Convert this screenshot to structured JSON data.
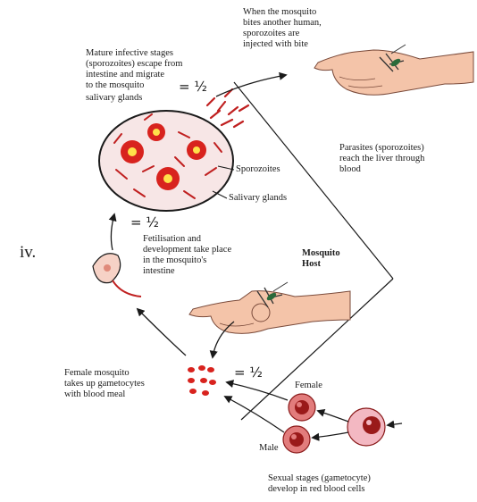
{
  "question_label": "iv.",
  "labels": {
    "bite_note": "When the mosquito\nbites another human,\nsporozoites are\ninjected with bite",
    "mature_note": "Mature infective stages\n(sporozoites) escape from\nintestine and migrate\nto the mosquito",
    "mature_note_tail": "salivary glands",
    "sporozoites": "Sporozoites",
    "salivary_glands": "Salivary glands",
    "liver_note": "Parasites (sporozoites)\nreach the liver through\nblood",
    "fertilisation_note": "Fetilisation and\ndevelopment take place\nin the mosquito's\nintestine",
    "mosquito_host": "Mosquito\nHost",
    "female_mosquito_note": "Female mosquito\ntakes up gametocytes\nwith blood meal",
    "female": "Female",
    "male": "Male",
    "sexual_stages_note": "Sexual stages (gametocyte)\ndevelop in red blood cells"
  },
  "score_marks": [
    "= ½",
    "= ½",
    "= ½"
  ],
  "colors": {
    "cell_red": "#d8231e",
    "skin": "#f2c3a8",
    "line": "#1a1a1a"
  }
}
